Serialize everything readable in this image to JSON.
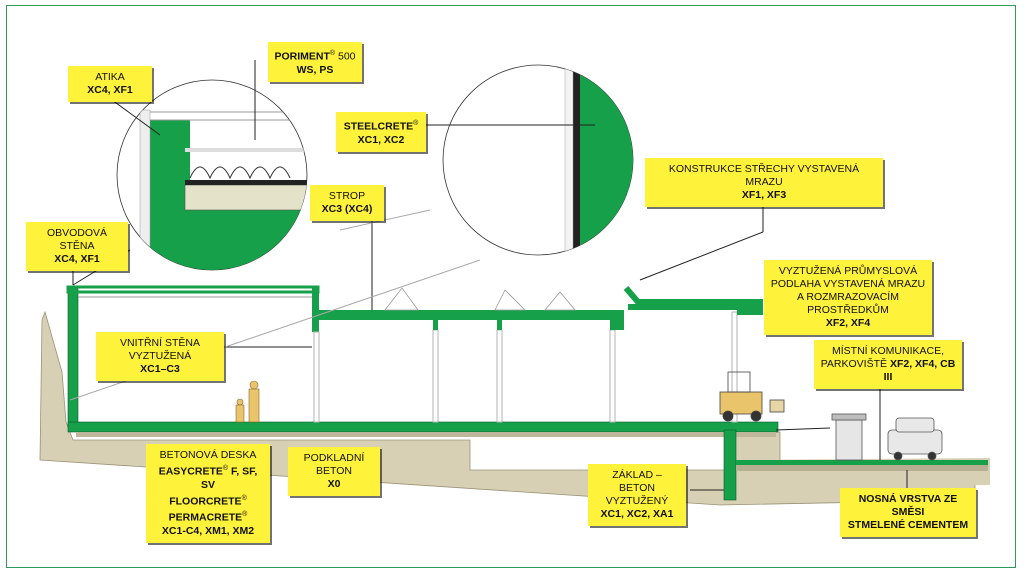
{
  "colors": {
    "concrete_green": "#16a04a",
    "soil": "#d8d0b4",
    "label_bg": "#fff23a",
    "frame": "#2e9a5a"
  },
  "labels": {
    "atika": {
      "line1": "ATIKA",
      "line2": "XC4, XF1"
    },
    "poriment": {
      "name": "PORIMENT",
      "reg": "®",
      "suffix": " 500",
      "line2": "WS, PS"
    },
    "steelcrete": {
      "name": "STEELCRETE",
      "reg": "®",
      "line2": "XC1, XC2"
    },
    "obvodova_stena": {
      "line1": "OBVODOVÁ STĚNA",
      "line2": "XC4, XF1"
    },
    "strop": {
      "line1": "STROP",
      "line2": "XC3 (XC4)"
    },
    "konstrukce_strechy": {
      "line1": "KONSTRUKCE STŘECHY VYSTAVENÁ MRAZU",
      "line2": "XF1, XF3"
    },
    "prumyslova_podlaha": {
      "line1": "VYZTUŽENÁ PRŮMYSLOVÁ",
      "line2": "PODLAHA VYSTAVENÁ MRAZU",
      "line3": "A ROZMRAZOVACÍM PROSTŘEDKŮM",
      "line4": "XF2, XF4"
    },
    "vnitrni_stena": {
      "line1": "VNITŘNÍ STĚNA VYZTUŽENÁ",
      "line2": "XC1–C3"
    },
    "mistni_komunikace": {
      "line1": "MÍSTNÍ KOMUNIKACE,",
      "line2_prefix": "PARKOVIŠTĚ ",
      "line2_bold": "XF2, XF4, CB III"
    },
    "betonova_deska": {
      "line1": "BETONOVÁ DESKA",
      "p1": "EASYCRETE",
      "p1_suffix": " F, SF, SV",
      "p2": "FLOORCRETE",
      "p3": "PERMACRETE",
      "reg": "®",
      "line5": "XC1-C4, XM1, XM2"
    },
    "podkladni_beton": {
      "line1": "PODKLADNÍ BETON",
      "line2": "X0"
    },
    "zaklad": {
      "line1": "ZÁKLAD – BETON",
      "line2": "VYZTUŽENÝ",
      "line3": "XC1, XC2, XA1"
    },
    "nosna_vrstva": {
      "line1": "NOSNÁ VRSTVA ZE SMĚSI",
      "line2": "STMELENÉ CEMENTEM"
    }
  }
}
